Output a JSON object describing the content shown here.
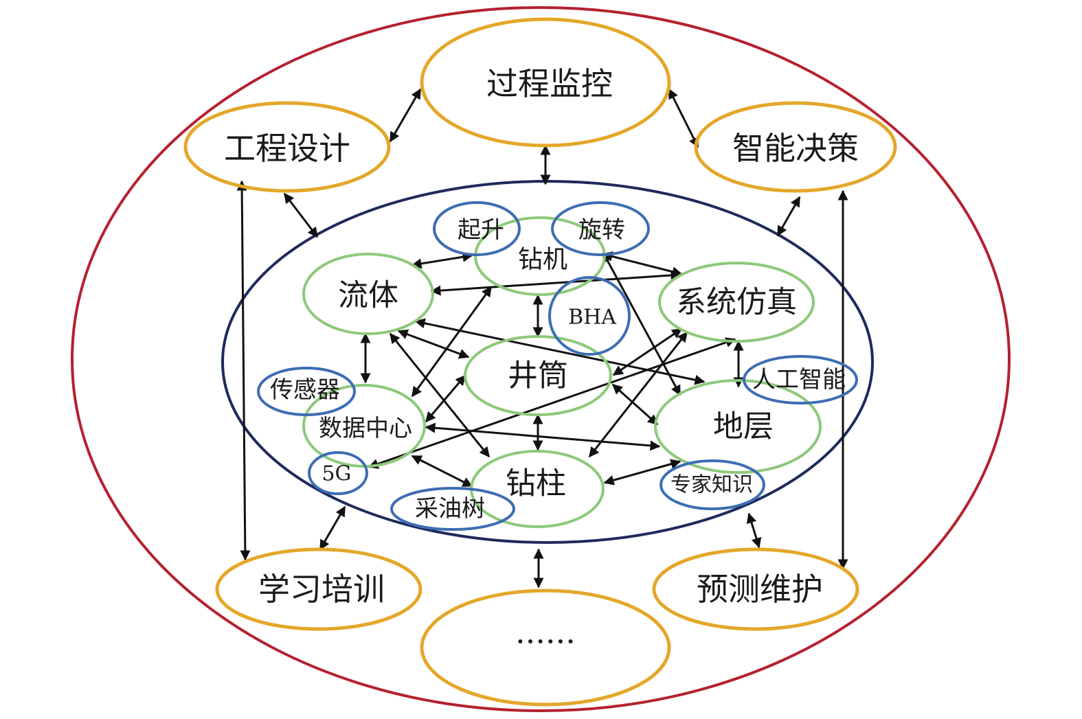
{
  "colors": {
    "outer_ring": "#b5212f",
    "inner_ring": "#1f2a5c",
    "application_node": "#e4a72a",
    "core_node": "#8cc97a",
    "support_node": "#3d6db3",
    "arrow": "#111111",
    "text": "#1a1a1a"
  },
  "application_nodes": [
    {
      "id": "process_monitoring",
      "label": "过程监控"
    },
    {
      "id": "engineering_design",
      "label": "工程设计"
    },
    {
      "id": "intelligent_decision",
      "label": "智能决策"
    },
    {
      "id": "learning_training",
      "label": "学习培训"
    },
    {
      "id": "predictive_maintenance",
      "label": "预测维护"
    },
    {
      "id": "more",
      "label": "······"
    }
  ],
  "core_nodes": [
    {
      "id": "drilling_rig",
      "label": "钻机"
    },
    {
      "id": "fluid",
      "label": "流体"
    },
    {
      "id": "system_simulation",
      "label": "系统仿真"
    },
    {
      "id": "wellbore",
      "label": "井筒"
    },
    {
      "id": "data_center",
      "label": "数据中心"
    },
    {
      "id": "formation",
      "label": "地层"
    },
    {
      "id": "drill_string",
      "label": "钻柱"
    }
  ],
  "support_nodes": [
    {
      "id": "hoisting",
      "label": "起升"
    },
    {
      "id": "rotation",
      "label": "旋转"
    },
    {
      "id": "bha",
      "label": "BHA"
    },
    {
      "id": "sensor",
      "label": "传感器"
    },
    {
      "id": "ai",
      "label": "人工智能"
    },
    {
      "id": "5g",
      "label": "5G"
    },
    {
      "id": "expert_knowledge",
      "label": "专家知识"
    },
    {
      "id": "christmas_tree",
      "label": "采油树"
    }
  ],
  "connections": [
    [
      "engineering_design",
      "process_monitoring"
    ],
    [
      "process_monitoring",
      "intelligent_decision"
    ],
    [
      "process_monitoring",
      "inner_system"
    ],
    [
      "engineering_design",
      "inner_system"
    ],
    [
      "intelligent_decision",
      "inner_system"
    ],
    [
      "engineering_design",
      "learning_training"
    ],
    [
      "intelligent_decision",
      "predictive_maintenance"
    ],
    [
      "learning_training",
      "inner_system"
    ],
    [
      "predictive_maintenance",
      "inner_system"
    ],
    [
      "more",
      "inner_system"
    ],
    [
      "fluid",
      "drilling_rig"
    ],
    [
      "fluid",
      "system_simulation"
    ],
    [
      "drilling_rig",
      "wellbore"
    ],
    [
      "drilling_rig",
      "system_simulation"
    ],
    [
      "drilling_rig",
      "data_center"
    ],
    [
      "drilling_rig",
      "formation"
    ],
    [
      "fluid",
      "data_center"
    ],
    [
      "fluid",
      "wellbore"
    ],
    [
      "fluid",
      "drill_string"
    ],
    [
      "fluid",
      "formation"
    ],
    [
      "wellbore",
      "data_center"
    ],
    [
      "wellbore",
      "drill_string"
    ],
    [
      "wellbore",
      "system_simulation"
    ],
    [
      "wellbore",
      "formation"
    ],
    [
      "system_simulation",
      "drill_string"
    ],
    [
      "system_simulation",
      "formation"
    ],
    [
      "system_simulation",
      "5g"
    ],
    [
      "data_center",
      "formation"
    ],
    [
      "data_center",
      "drill_string"
    ],
    [
      "drill_string",
      "formation"
    ]
  ]
}
